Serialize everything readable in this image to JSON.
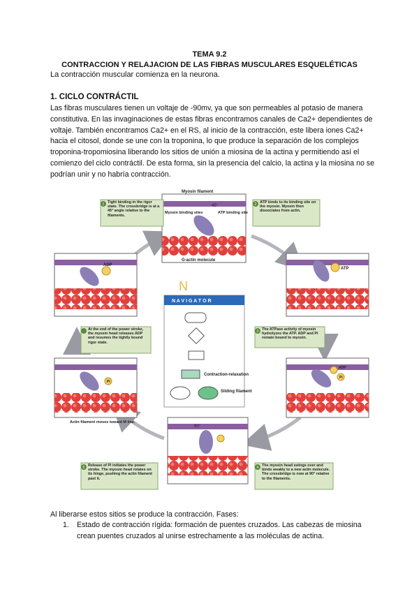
{
  "doc": {
    "title_line1": "TEMA 9.2",
    "title_line2": "CONTRACCION Y RELAJACION DE LAS FIBRAS MUSCULARES ESQUELÉTICAS",
    "intro": "La contracción muscular comienza en la neurona.",
    "section_heading": "1. CICLO CONTRÁCTIL",
    "paragraph": "Las fibras musculares tienen un voltaje de -90mv, ya que son permeables al potasio de manera constitutiva. En las invaginaciones de estas fibras encontramos canales de Ca2+ dependientes de voltaje. También encontramos Ca2+ en el RS, al inicio de la contracción, este libera iones Ca2+ hacia el citosol, donde se une con la troponina, lo que produce la separación de los complejos troponina-tropomiosina liberando los sitios de unión a miosina de la actina y permitiendo así el comienzo del ciclo contráctil. De esta forma, sin la presencia del calcio, la actina y la miosina no se podrían unir y no habría contracción.",
    "after_figure": "Al liberarse estos sitios se produce la contracción. Fases:",
    "list_item_1_num": "1.",
    "list_item_1": "Estado de contracción rígida: formación de puentes cruzados. Las cabezas de miosina crean puentes cruzados al unirse estrechamente a las moléculas de actina."
  },
  "figure": {
    "myosin_filament": "Myosin filament",
    "myosin_binding_sites": "Myosin binding sites",
    "atp_binding_site": "ATP binding site",
    "angle_45": "45°",
    "angle_90": "90°",
    "g_actin": "G-actin molecule",
    "navigator_title": "N A V I G A T O R",
    "nav_contraction": "Contraction-relaxation",
    "nav_sliding": "Sliding filament",
    "adp": "ADP",
    "atp": "ATP",
    "pi": "Pi",
    "step1_num": "1",
    "step2_num": "2",
    "step3_num": "3",
    "step4_num": "4",
    "step5_num": "5",
    "step1": "Tight binding in the rigor state. The crossbridge is at a 45° angle relative to the filaments.",
    "step2": "ATP binds to its binding site on the myosin. Myosin then dissociates from actin.",
    "step3": "The ATPase activity of myosin hydrolyzes the ATP. ADP and Pi remain bound to myosin.",
    "step4": "The myosin head swings over and binds weakly to a new actin molecule. The crossbridge is now at 90° relative to the filaments.",
    "step5": "Release of Pi initiates the power stroke. The myosin head rotates on its hinge, pushing the actin filament past it.",
    "step6": "At the end of the power stroke, the myosin head releases ADP and resumes the tightly bound rigor state.",
    "actin_moves": "Actin filament moves toward M line."
  }
}
